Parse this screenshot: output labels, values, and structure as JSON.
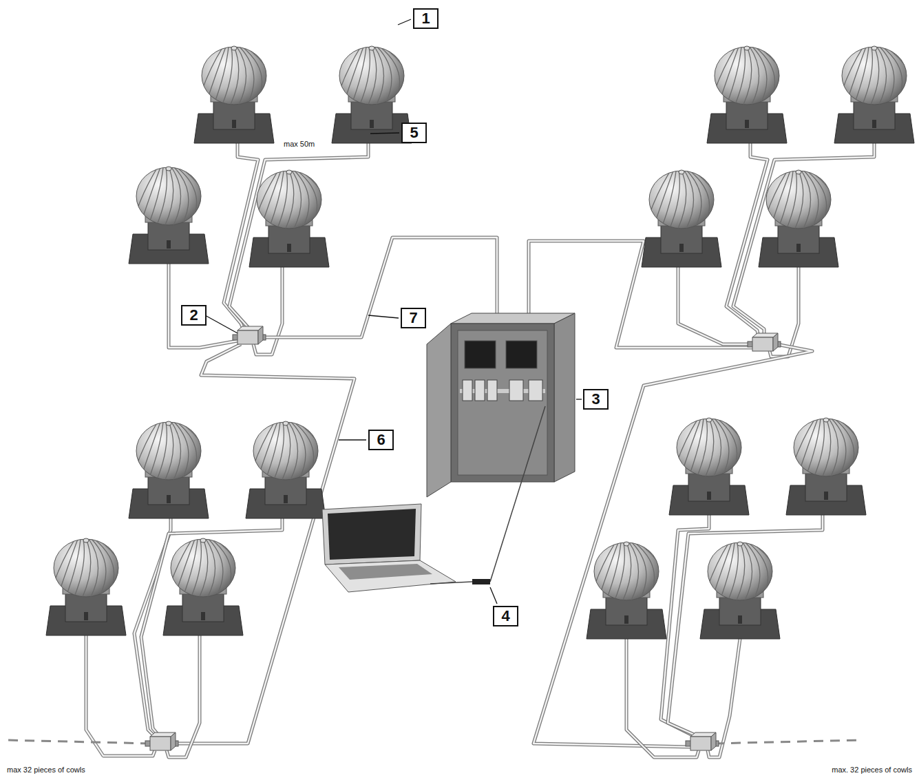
{
  "diagram": {
    "labels": [
      "1",
      "max 50m",
      "5",
      "2",
      "7",
      "3",
      "6",
      "4",
      "max 32 pieces of cowls",
      "max. 32 pieces of cowls"
    ]
  }
}
